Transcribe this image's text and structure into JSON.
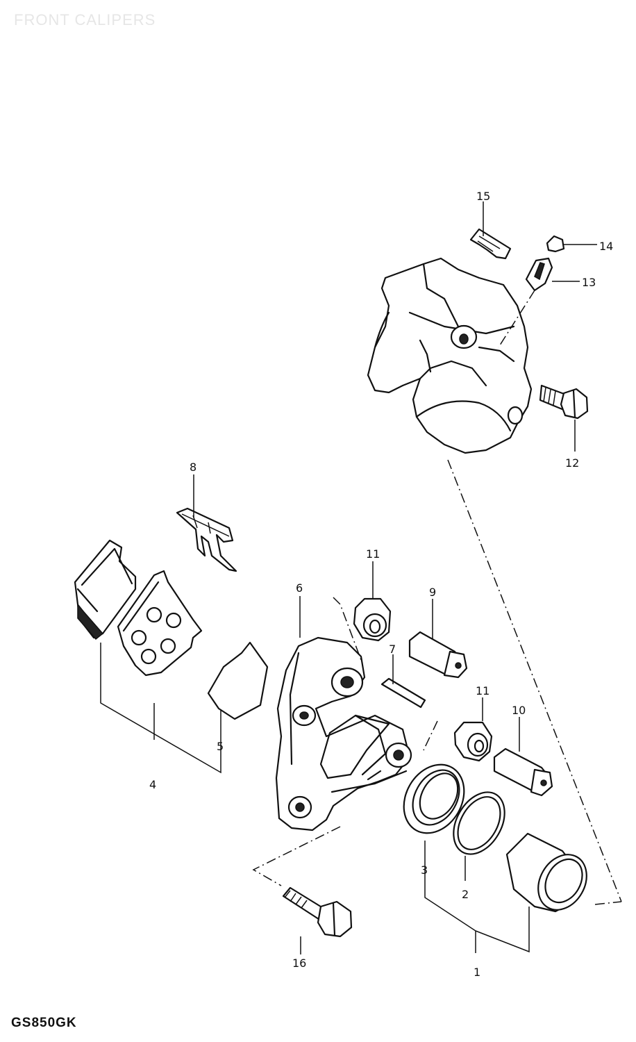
{
  "title": "FRONT CALIPERS",
  "model": "GS850GK",
  "labels": {
    "p1": "1",
    "p2": "2",
    "p3": "3",
    "p4": "4",
    "p5": "5",
    "p6": "6",
    "p7": "7",
    "p8": "8",
    "p9": "9",
    "p10": "10",
    "p11a": "11",
    "p11b": "11",
    "p12": "12",
    "p13": "13",
    "p14": "14",
    "p15": "15",
    "p16": "16"
  }
}
